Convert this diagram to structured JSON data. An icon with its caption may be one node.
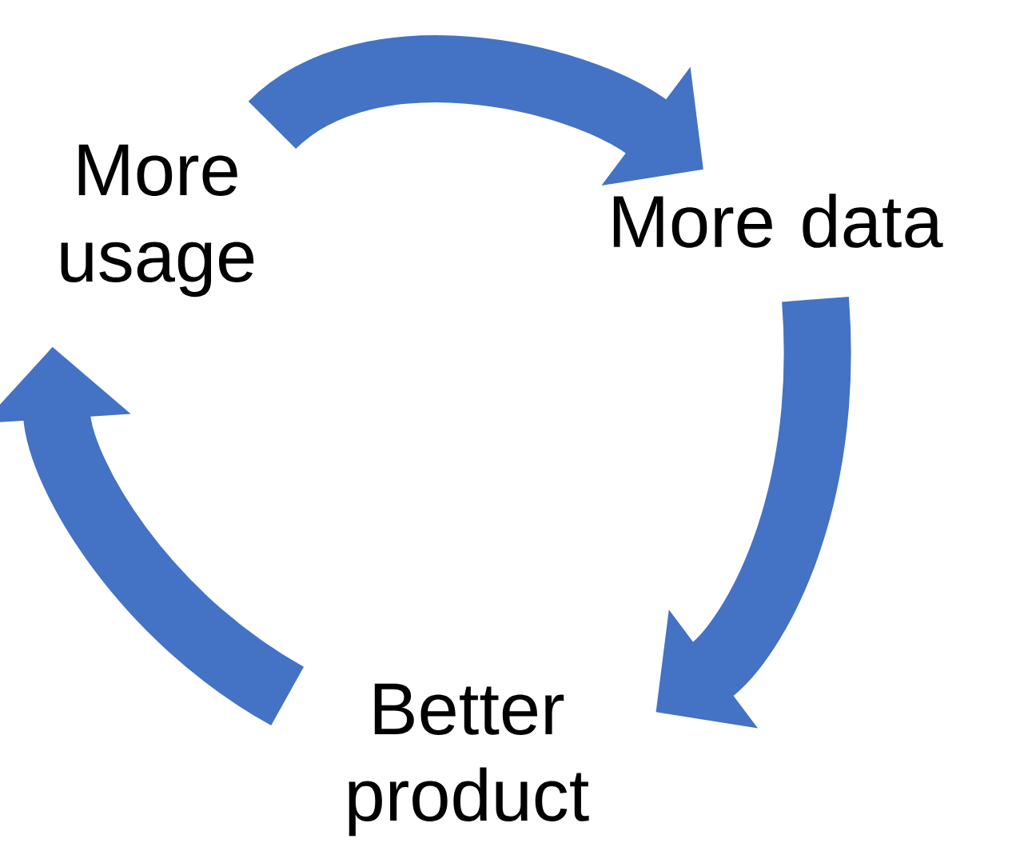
{
  "diagram": {
    "nodes": [
      {
        "text": [
          "More usage"
        ]
      },
      {
        "text": [
          "More data"
        ]
      },
      {
        "text": [
          "Better product"
        ]
      }
    ],
    "edges": [
      {
        "from": 0,
        "to": 1,
        "arrow": "to"
      },
      {
        "from": 1,
        "to": 2,
        "arrow": "to"
      },
      {
        "from": 2,
        "to": 0,
        "arrow": "to"
      }
    ]
  }
}
